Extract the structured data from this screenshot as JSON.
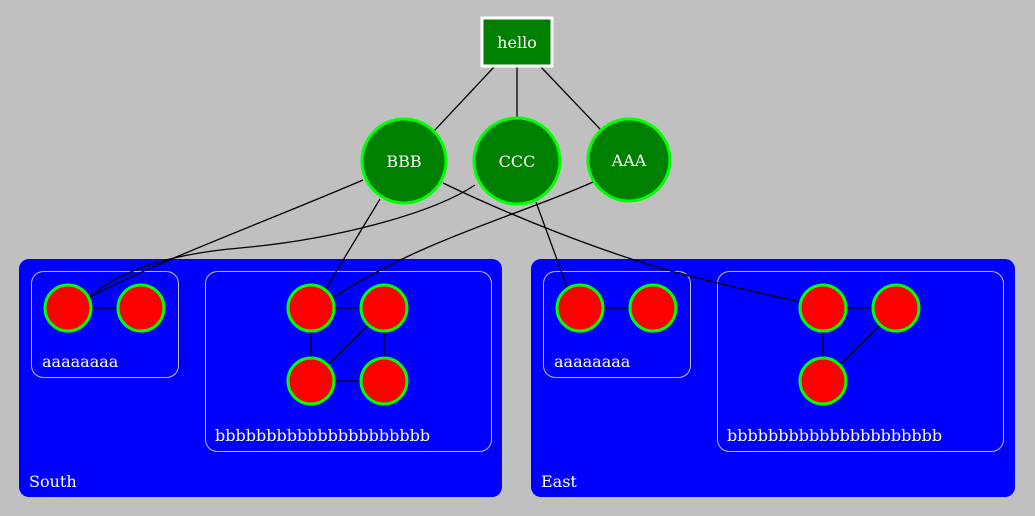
{
  "colors": {
    "background": "#c0c0c0",
    "cluster_fill": "#0000ff",
    "cluster_label": "#ffffff",
    "subcluster_border": "#c0c0c0",
    "top_node_fill": "#008000",
    "top_node_border": "#ffffff",
    "mid_node_fill": "#008000",
    "mid_node_border": "#00ff00",
    "leaf_node_fill": "#ff0000",
    "leaf_node_border": "#00ff00",
    "edge": "#000000",
    "text": "#ffffff"
  },
  "nodes": {
    "hello": {
      "label": "hello",
      "shape": "box"
    },
    "BBB": {
      "label": "BBB",
      "shape": "circle"
    },
    "CCC": {
      "label": "CCC",
      "shape": "circle"
    },
    "AAA": {
      "label": "AAA",
      "shape": "circle"
    }
  },
  "clusters": [
    {
      "id": "south",
      "label": "South",
      "subclusters": [
        {
          "id": "south-a",
          "label": "aaaaaaaa",
          "nodes": [
            "s_a1",
            "s_a2"
          ]
        },
        {
          "id": "south-b",
          "label": "bbbbbbbbbbbbbbbbbbbbb",
          "nodes": [
            "s_b1",
            "s_b2",
            "s_b3",
            "s_b4"
          ]
        }
      ]
    },
    {
      "id": "east",
      "label": "East",
      "subclusters": [
        {
          "id": "east-a",
          "label": "aaaaaaaa",
          "nodes": [
            "e_a1",
            "e_a2"
          ]
        },
        {
          "id": "east-b",
          "label": "bbbbbbbbbbbbbbbbbbbbb",
          "nodes": [
            "e_b1",
            "e_b2",
            "e_b3"
          ]
        }
      ]
    }
  ],
  "edges": [
    [
      "hello",
      "BBB"
    ],
    [
      "hello",
      "CCC"
    ],
    [
      "hello",
      "AAA"
    ],
    [
      "BBB",
      "s_a1"
    ],
    [
      "CCC",
      "s_a1"
    ],
    [
      "BBB",
      "s_b1"
    ],
    [
      "AAA",
      "s_b1"
    ],
    [
      "CCC",
      "e_a1"
    ],
    [
      "BBB",
      "e_b1"
    ],
    [
      "s_a1",
      "s_a2"
    ],
    [
      "s_b1",
      "s_b2"
    ],
    [
      "s_b1",
      "s_b3"
    ],
    [
      "s_b2",
      "s_b3"
    ],
    [
      "s_b2",
      "s_b4"
    ],
    [
      "s_b3",
      "s_b4"
    ],
    [
      "e_a1",
      "e_a2"
    ],
    [
      "e_b1",
      "e_b2"
    ],
    [
      "e_b1",
      "e_b3"
    ],
    [
      "e_b2",
      "e_b3"
    ]
  ]
}
